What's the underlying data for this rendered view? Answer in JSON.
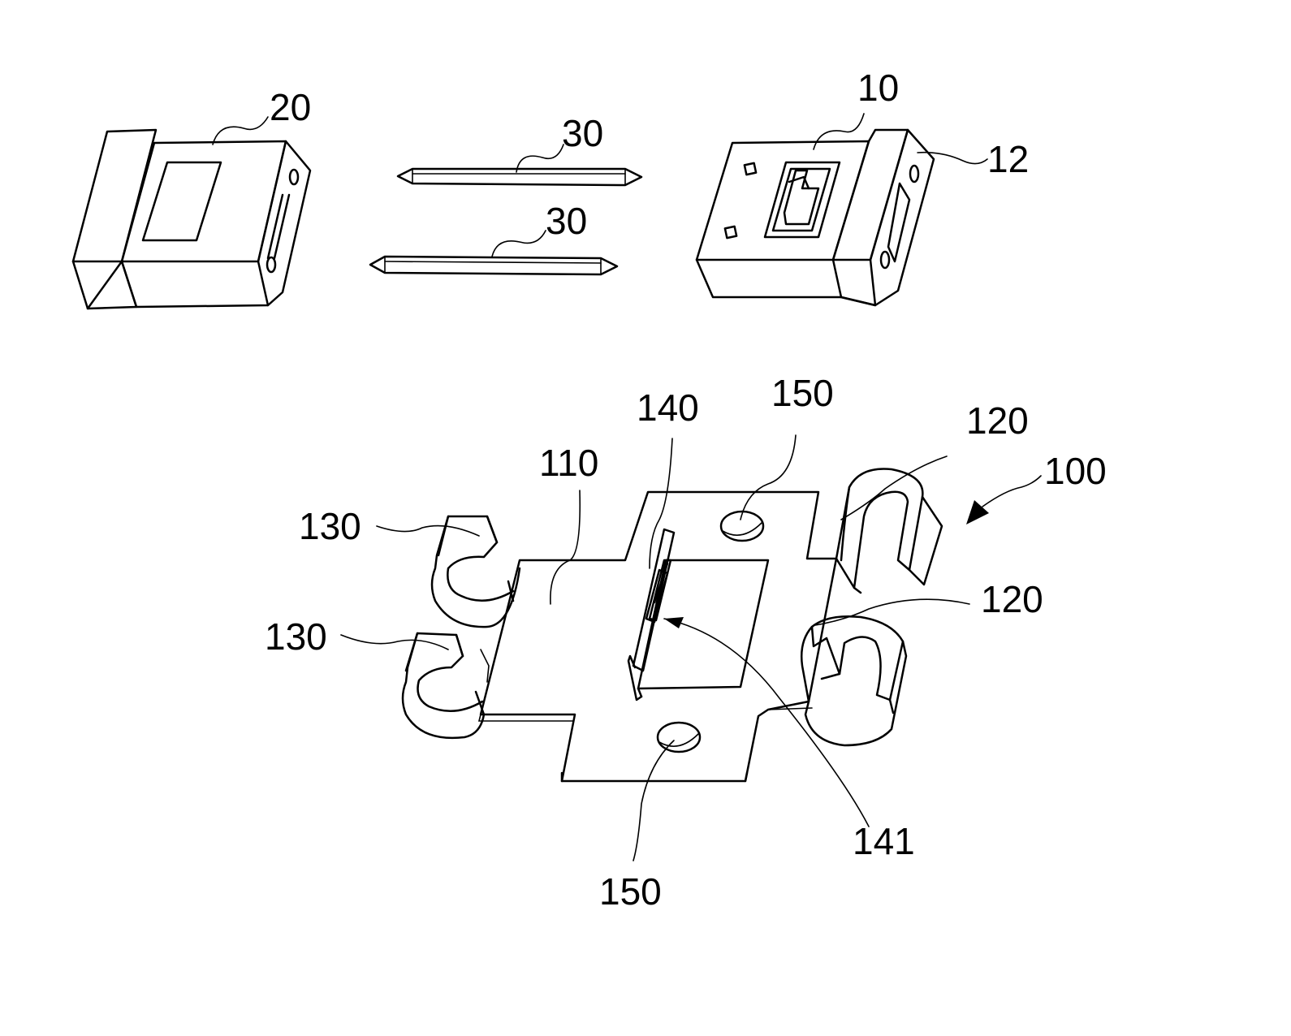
{
  "labels": {
    "housing_20": "20",
    "pin_30_upper": "30",
    "pin_30_lower": "30",
    "housing_10": "10",
    "flange_12": "12",
    "plate_110": "110",
    "slit_140": "140",
    "hole_150_top": "150",
    "hole_150_bottom": "150",
    "clip_120_upper": "120",
    "clip_120_lower": "120",
    "member_100": "100",
    "hook_130_upper": "130",
    "hook_130_lower": "130",
    "opening_141": "141"
  }
}
